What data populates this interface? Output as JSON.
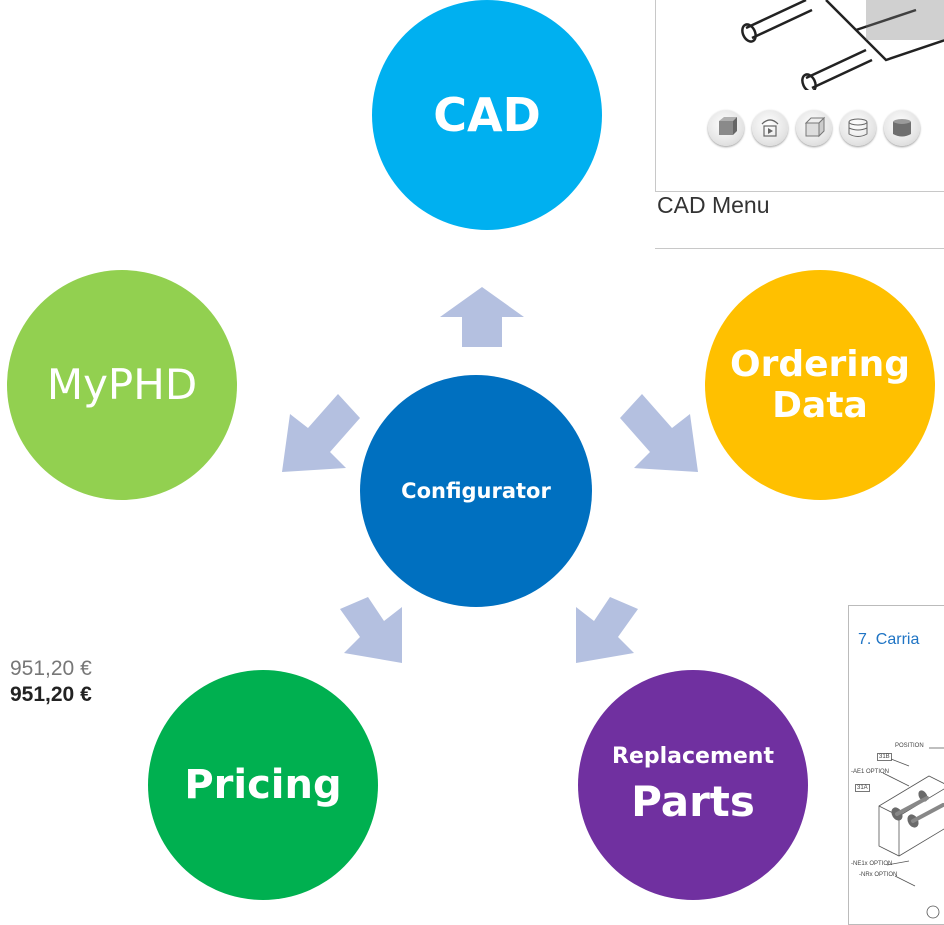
{
  "circles": {
    "cad": "CAD",
    "myphd": "MyPHD",
    "ordering_line1": "Ordering",
    "ordering_line2": "Data",
    "configurator": "Configurator",
    "pricing": "Pricing",
    "parts_line1": "Replacement",
    "parts_line2": "Parts"
  },
  "colors": {
    "cad": "#00b0f0",
    "myphd": "#92d050",
    "ordering": "#ffc000",
    "configurator": "#0070c0",
    "pricing": "#00b050",
    "parts": "#7030a0",
    "arrows": "#b4c0e0"
  },
  "cad_menu": {
    "caption": "CAD Menu",
    "view_buttons": [
      "shaded-view-icon",
      "rotate-play-icon",
      "wireframe-cube-icon",
      "outline-cylinder-icon",
      "solid-cylinder-icon"
    ]
  },
  "pricing_panel": {
    "price_list": "951,20 €",
    "price_net": "951,20 €"
  },
  "parts_drawing": {
    "title": "7. Carria",
    "labels": [
      "POSITION",
      "-AE1 OPTION",
      "-NE1x OPTION",
      "-NRx OPTION"
    ],
    "callouts": [
      "31B",
      "31A"
    ]
  }
}
